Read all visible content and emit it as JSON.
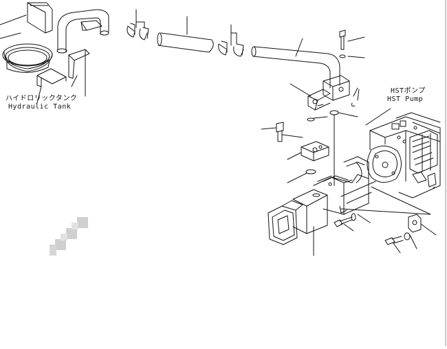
{
  "labels": {
    "tank_jp": "ハイドロリックタンク",
    "tank_en": "Hydraulic Tank",
    "pump_jp": "HSTポンプ",
    "pump_en": "HST Pump"
  },
  "colors": {
    "line": "#111111",
    "background": "#ffffff",
    "right_border": "#c8c8c8",
    "watermark": "#cfcfcf"
  }
}
